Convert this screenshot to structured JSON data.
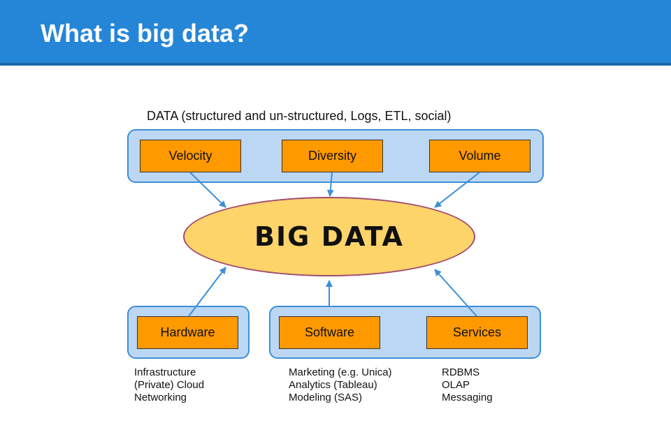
{
  "header": {
    "title": "What is big data?"
  },
  "diagram": {
    "caption": "DATA (structured and un-structured, Logs, ETL, social)",
    "center_label": "BIG DATA",
    "top_boxes": [
      "Velocity",
      "Diversity",
      "Volume"
    ],
    "bottom_boxes": [
      "Hardware",
      "Software",
      "Services"
    ],
    "notes": {
      "hardware": [
        "Infrastructure",
        "(Private) Cloud",
        "Networking"
      ],
      "software": [
        "Marketing (e.g. Unica)",
        "Analytics (Tableau)",
        "Modeling (SAS)"
      ],
      "services": [
        "RDBMS",
        "OLAP",
        "Messaging"
      ]
    }
  },
  "colors": {
    "header_bg": "#2586d8",
    "group_fill": "#bcd7f3",
    "group_border": "#3d8fd6",
    "box_fill": "#ff9900",
    "ellipse_fill": "#fcd46a",
    "ellipse_border": "#a04a6e",
    "arrow": "#3d8fd6"
  }
}
